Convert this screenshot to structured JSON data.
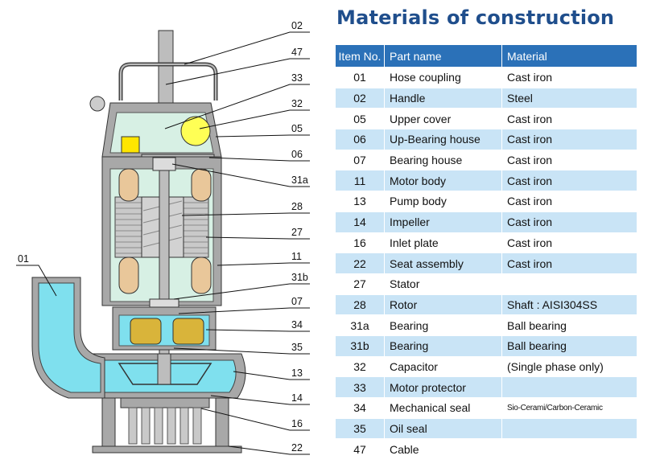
{
  "title": "Materials of construction",
  "table": {
    "headers": [
      "Item No.",
      "Part name",
      "Material"
    ],
    "rows": [
      {
        "no": "01",
        "part": "Hose coupling",
        "material": "Cast iron"
      },
      {
        "no": "02",
        "part": "Handle",
        "material": "Steel"
      },
      {
        "no": "05",
        "part": "Upper cover",
        "material": "Cast iron"
      },
      {
        "no": "06",
        "part": "Up-Bearing house",
        "material": "Cast iron"
      },
      {
        "no": "07",
        "part": "Bearing house",
        "material": "Cast iron"
      },
      {
        "no": "11",
        "part": "Motor body",
        "material": "Cast iron"
      },
      {
        "no": "13",
        "part": "Pump body",
        "material": "Cast iron"
      },
      {
        "no": "14",
        "part": "Impeller",
        "material": "Cast iron"
      },
      {
        "no": "16",
        "part": "Inlet plate",
        "material": "Cast iron"
      },
      {
        "no": "22",
        "part": "Seat assembly",
        "material": "Cast iron"
      },
      {
        "no": "27",
        "part": "Stator",
        "material": ""
      },
      {
        "no": "28",
        "part": "Rotor",
        "material": "Shaft : AISI304SS"
      },
      {
        "no": "31a",
        "part": "Bearing",
        "material": "Ball bearing"
      },
      {
        "no": "31b",
        "part": "Bearing",
        "material": "Ball bearing"
      },
      {
        "no": "32",
        "part": "Capacitor",
        "material": "(Single phase only)"
      },
      {
        "no": "33",
        "part": "Motor protector",
        "material": ""
      },
      {
        "no": "34",
        "part": "Mechanical seal",
        "material": "Sio-Cerami/Carbon-Ceramic"
      },
      {
        "no": "35",
        "part": "Oil seal",
        "material": ""
      },
      {
        "no": "47",
        "part": "Cable",
        "material": ""
      }
    ]
  },
  "diagram": {
    "callouts": [
      "02",
      "47",
      "33",
      "32",
      "05",
      "06",
      "31a",
      "28",
      "27",
      "11",
      "31b",
      "07",
      "34",
      "35",
      "13",
      "14",
      "16",
      "22",
      "01"
    ]
  },
  "colors": {
    "title": "#1f4e8c",
    "header_bg": "#2b71b8",
    "alt_row_bg": "#c9e4f6",
    "water_cyan": "#7fe0ee",
    "body_green": "#d7f0e4",
    "body_gray": "#a8a8a8",
    "winding_tan": "#e9c79a",
    "capacitor_yellow": "#ffff55"
  }
}
